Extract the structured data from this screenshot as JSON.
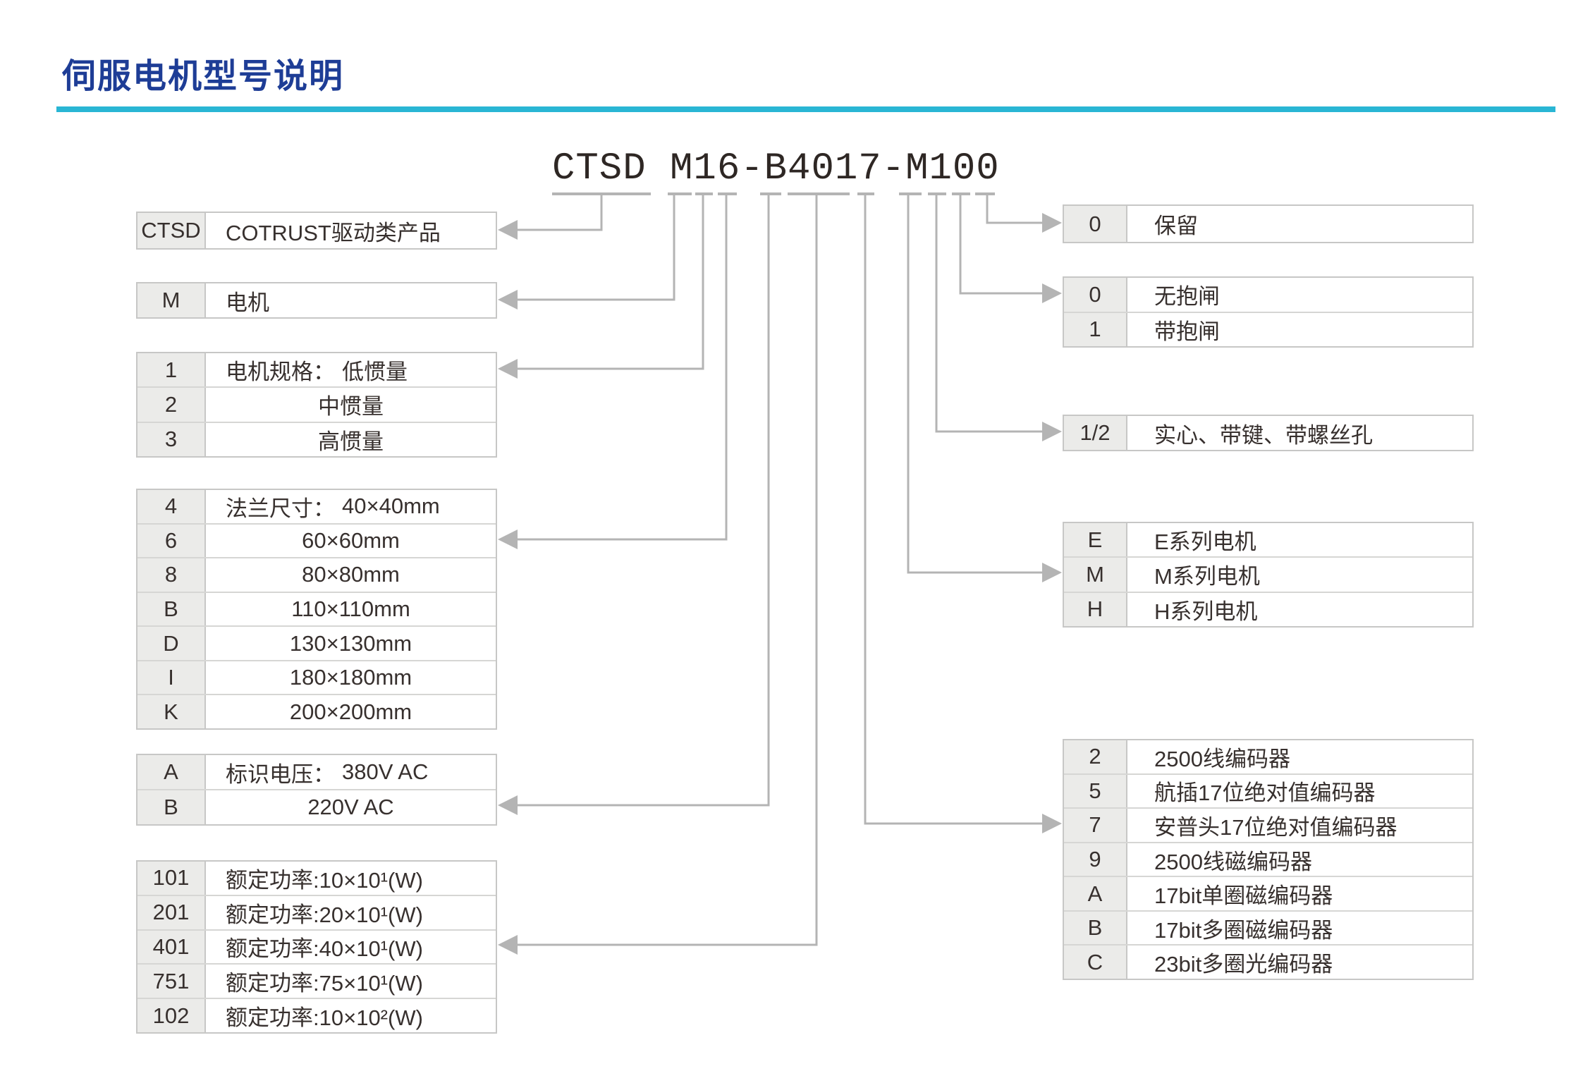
{
  "page": {
    "title": "伺服电机型号说明",
    "model_number": "CTSD M16-B4017-M100"
  },
  "colors": {
    "title_blue": "#1e3d96",
    "rule_cyan": "#29b6d4",
    "connector_gray": "#b4b4b4",
    "key_cell_bg": "#ebebe9",
    "table_border": "#c7c7c6",
    "text_dark": "#37302e"
  },
  "left_tables": [
    {
      "id": "product-type",
      "rows": [
        {
          "key": "CTSD",
          "value": "COTRUST驱动类产品"
        }
      ]
    },
    {
      "id": "device-type",
      "rows": [
        {
          "key": "M",
          "value": "电机"
        }
      ]
    },
    {
      "id": "motor-spec",
      "rows": [
        {
          "key": "1",
          "label": "电机规格：",
          "value": "低惯量"
        },
        {
          "key": "2",
          "value": "中惯量"
        },
        {
          "key": "3",
          "value": "高惯量"
        }
      ]
    },
    {
      "id": "flange-size",
      "rows": [
        {
          "key": "4",
          "label": "法兰尺寸：",
          "value": "40×40mm"
        },
        {
          "key": "6",
          "value": "60×60mm"
        },
        {
          "key": "8",
          "value": "80×80mm"
        },
        {
          "key": "B",
          "value": "110×110mm"
        },
        {
          "key": "D",
          "value": "130×130mm"
        },
        {
          "key": "I",
          "value": "180×180mm"
        },
        {
          "key": "K",
          "value": "200×200mm"
        }
      ]
    },
    {
      "id": "rated-voltage",
      "rows": [
        {
          "key": "A",
          "label": "标识电压：",
          "value": "380V AC"
        },
        {
          "key": "B",
          "value": "220V AC"
        }
      ]
    },
    {
      "id": "rated-power",
      "rows": [
        {
          "key": "101",
          "value": "额定功率:10×10¹(W)"
        },
        {
          "key": "201",
          "value": "额定功率:20×10¹(W)"
        },
        {
          "key": "401",
          "value": "额定功率:40×10¹(W)"
        },
        {
          "key": "751",
          "value": "额定功率:75×10¹(W)"
        },
        {
          "key": "102",
          "value": "额定功率:10×10²(W)"
        }
      ]
    }
  ],
  "right_tables": [
    {
      "id": "reserved",
      "rows": [
        {
          "key": "0",
          "value": "保留"
        }
      ]
    },
    {
      "id": "brake",
      "rows": [
        {
          "key": "0",
          "value": "无抱闸"
        },
        {
          "key": "1",
          "value": "带抱闸"
        }
      ]
    },
    {
      "id": "shaft",
      "rows": [
        {
          "key": "1/2",
          "value": "实心、带键、带螺丝孔"
        }
      ]
    },
    {
      "id": "motor-series",
      "rows": [
        {
          "key": "E",
          "value": "E系列电机"
        },
        {
          "key": "M",
          "value": "M系列电机"
        },
        {
          "key": "H",
          "value": "H系列电机"
        }
      ]
    },
    {
      "id": "encoder",
      "rows": [
        {
          "key": "2",
          "value": "2500线编码器"
        },
        {
          "key": "5",
          "value": "航插17位绝对值编码器"
        },
        {
          "key": "7",
          "value": "安普头17位绝对值编码器"
        },
        {
          "key": "9",
          "value": "2500线磁编码器"
        },
        {
          "key": "A",
          "value": "17bit单圈磁编码器"
        },
        {
          "key": "B",
          "value": "17bit多圈磁编码器"
        },
        {
          "key": "C",
          "value": "23bit多圈光编码器"
        }
      ]
    }
  ]
}
